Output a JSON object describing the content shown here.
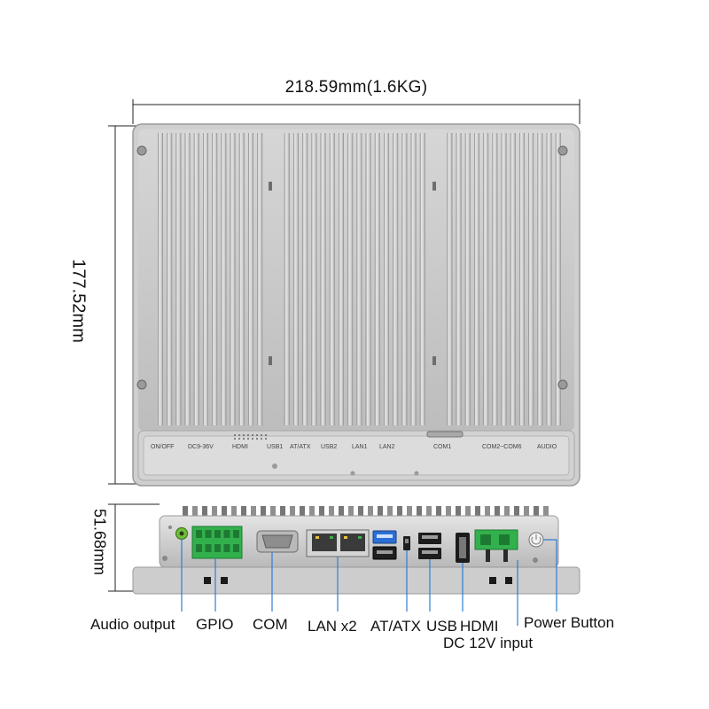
{
  "dimensions": {
    "width_label": "218.59mm(1.6KG)",
    "height_label": "177.52mm",
    "depth_label": "51.68mm"
  },
  "rear_panel_labels": [
    "ON/OFF",
    "DC9-36V",
    "HDMI",
    "USB1",
    "AT/ATX",
    "USB2",
    "LAN1",
    "LAN2",
    "COM1",
    "COM2~COM6",
    "AUDIO"
  ],
  "callouts": {
    "audio_output": "Audio output",
    "gpio": "GPIO",
    "com": "COM",
    "lan": "LAN x2",
    "at_atx": "AT/ATX",
    "usb": "USB",
    "hdmi": "HDMI",
    "power_button": "Power Button",
    "dc_input": "DC 12V input"
  },
  "colors": {
    "chassis": "#c4c4c4",
    "fins": "#d9d9d9",
    "fin_shadow": "#8c8c8c",
    "gpio_green": "#2fb34a",
    "usb3_blue": "#2a6fd6",
    "leader_blue": "#2d7fd0"
  }
}
